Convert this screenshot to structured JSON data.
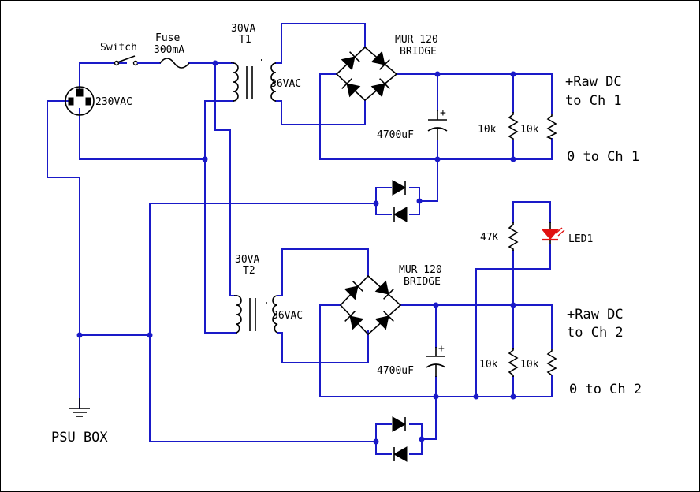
{
  "labels": {
    "switch": "Switch",
    "fuse": "Fuse",
    "fuse_rating": "300mA",
    "mains": "230VAC",
    "t1_rating": "30VA",
    "t1_name": "T1",
    "t1_secondary": "36VAC",
    "t2_rating": "30VA",
    "t2_name": "T2",
    "t2_secondary": "36VAC",
    "bridge1_part": "MUR 120",
    "bridge1_name": "BRIDGE",
    "bridge2_part": "MUR 120",
    "bridge2_name": "BRIDGE",
    "cap1": "4700uF",
    "cap2": "4700uF",
    "cap_plus": "+",
    "r1a": "10k",
    "r1b": "10k",
    "r2a": "10k",
    "r2b": "10k",
    "r_led": "47K",
    "led": "LED1",
    "out1_pos_line1": "+Raw DC",
    "out1_pos_line2": "to Ch 1",
    "out1_neg": "0 to Ch 1",
    "out2_pos_line1": "+Raw DC",
    "out2_pos_line2": "to Ch 2",
    "out2_neg": "0 to Ch 2",
    "ground": "PSU BOX",
    "dot_mark": "."
  },
  "colors": {
    "wire": "#1a1ac8",
    "component": "#000000",
    "led": "#e01010",
    "background": "#ffffff"
  }
}
